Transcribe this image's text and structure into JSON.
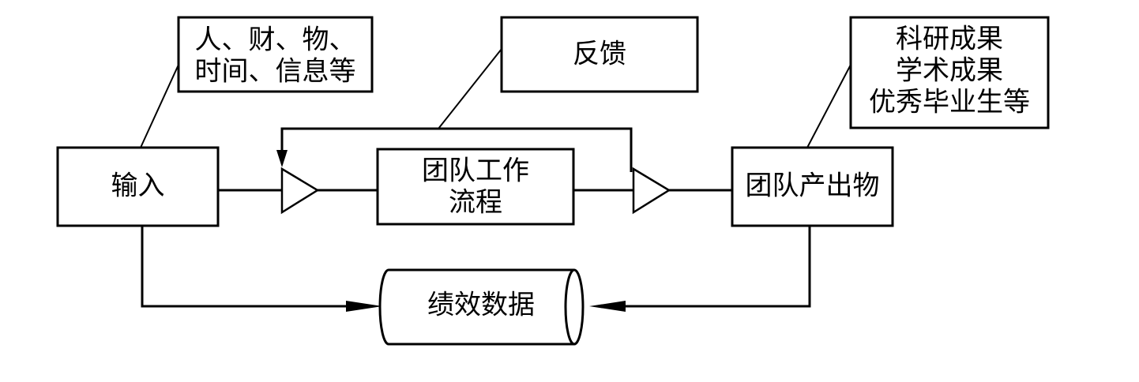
{
  "nodes": {
    "input": {
      "label": "输入"
    },
    "resources_note": {
      "lines": [
        "人、财、物、",
        "时间、信息等"
      ]
    },
    "feedback": {
      "label": "反馈"
    },
    "workflow": {
      "lines": [
        "团队工作",
        "流程"
      ]
    },
    "output": {
      "label": "团队产出物"
    },
    "output_note": {
      "lines": [
        "科研成果",
        "学术成果",
        "优秀毕业生等"
      ]
    },
    "performance_data": {
      "label": "绩效数据"
    }
  }
}
